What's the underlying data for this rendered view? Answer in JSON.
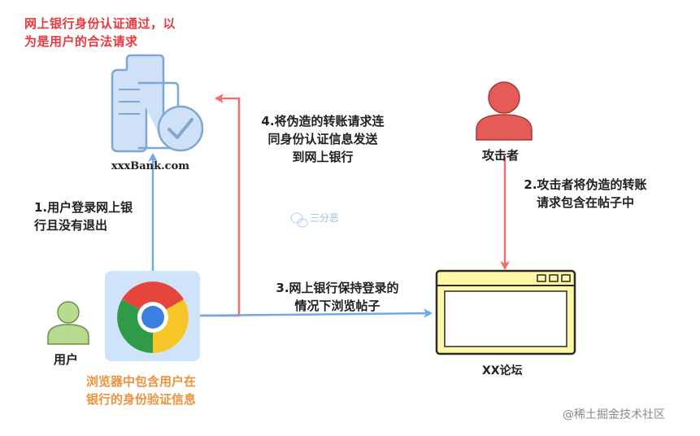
{
  "colors": {
    "red_arrow": "#ee6f6c",
    "blue_arrow": "#6fa9e8",
    "red_text": "#e8383d",
    "orange_text": "#f0913c",
    "person_green": "#b7dc8f",
    "person_red": "#e45b57",
    "forum_fill": "#fff9a8",
    "server_fill": "#cfe1f6",
    "browser_bg": "#cfe4fb"
  },
  "icons": {
    "server": "bank-server-icon",
    "user": "user-person-icon",
    "attacker": "attacker-person-icon",
    "browser": "chrome-browser-icon",
    "forum": "forum-window-icon"
  },
  "bank": {
    "name": "xxxBank.com",
    "note": "网上银行身份认证通过，以\n为是用户的合法请求"
  },
  "user": {
    "label": "用户",
    "browser_note": "浏览器中包含用户在\n银行的身份验证信息"
  },
  "attacker": {
    "label": "攻击者"
  },
  "forum": {
    "name": "XX论坛"
  },
  "steps": {
    "step1": "1.用户登录网上银\n行且没有退出",
    "step2": "2.攻击者将伪造的转账\n请求包含在帖子中",
    "step3": "3.网上银行保持登录的\n情况下浏览帖子",
    "step4": "4.将伪造的转账请求连\n同身份认证信息发送\n到网上银行"
  },
  "watermarks": {
    "center": "三分恶",
    "corner": "@稀土掘金技术社区"
  }
}
